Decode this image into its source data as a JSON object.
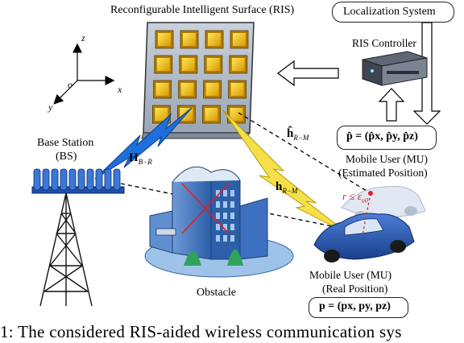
{
  "ris": {
    "title": "Reconfigurable Intelligent Surface (RIS)"
  },
  "localization": {
    "label": "Localization System"
  },
  "ris_controller": {
    "label": "RIS Controller"
  },
  "axes": {
    "z": "z",
    "o": "o",
    "x": "x",
    "y": "y"
  },
  "base_station": {
    "line1": "Base Station",
    "line2": "(BS)"
  },
  "channels": {
    "h_br": "H",
    "h_br_sub": "B−R",
    "h_rm_hat": "ĥ",
    "h_rm_hat_sub": "R−M",
    "h_rm": "h",
    "h_rm_sub": "R−M"
  },
  "error_bound": {
    "text": "r ≤ ε",
    "sub": "u0"
  },
  "estimated": {
    "formula": "p̂ = (p̂x, p̂y, p̂z)",
    "line1": "Mobile User (MU)",
    "line2": "(Estimated Position)"
  },
  "obstacle": {
    "label": "Obstacle"
  },
  "real": {
    "line1": "Mobile User (MU)",
    "line2": "(Real Position)",
    "formula": "p = (px, py, pz)"
  },
  "caption": {
    "text": "1: The considered RIS-aided wireless communication sys"
  },
  "colors": {
    "tile_gold": "#f2c200",
    "lightning_blue": "#1e6fd9",
    "lightning_yellow": "#f5e04a",
    "building_blue": "#2c5fa8",
    "car_blue": "#2456b3"
  }
}
